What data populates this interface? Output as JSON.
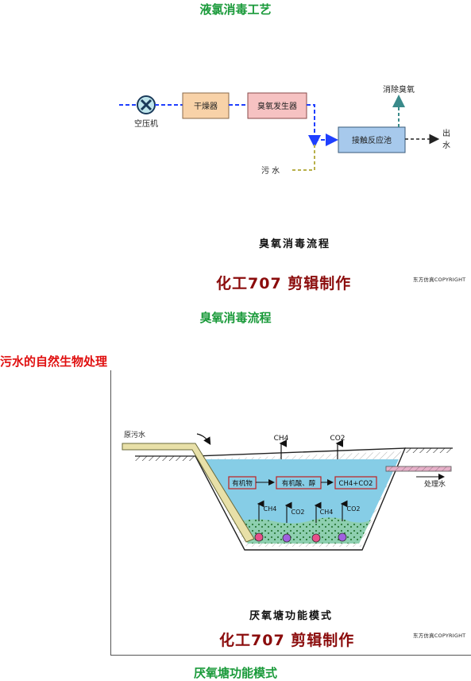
{
  "section1": {
    "title": "液氯消毒工艺",
    "diagram": {
      "air_compressor": "空压机",
      "dryer": "干燥器",
      "ozone_generator": "臭氧发生器",
      "remove_ozone": "消除臭氧",
      "contact_tank": "接触反应池",
      "out_water_1": "出",
      "out_water_2": "水",
      "sewage": "污 水",
      "caption": "臭氧消毒流程",
      "brand": "化工707 剪辑制作",
      "copyright": "东方仿真COPYRIGHT"
    },
    "subtitle": "臭氧消毒流程"
  },
  "section2": {
    "title": "污水的自然生物处理",
    "diagram": {
      "raw_sewage": "原污水",
      "gas1": "CH4",
      "gas2": "CO2",
      "organic": "有机物",
      "acids": "有机酸、醇",
      "products": "CH4+CO2",
      "bottom_ch4_1": "CH4",
      "bottom_co2_1": "CO2",
      "bottom_ch4_2": "CH4",
      "bottom_co2_2": "CO2",
      "treated_water": "处理水",
      "caption": "厌氧塘功能模式",
      "brand": "化工707 剪辑制作",
      "copyright": "东方仿真COPYRIGHT"
    },
    "subtitle": "厌氧塘功能模式"
  },
  "colors": {
    "green_title": "#1a9a3a",
    "red_title": "#e01010",
    "brand": "#8b0c0c",
    "dryer_fill": "#f8d2a8",
    "generator_fill": "#f6c2c2",
    "tank_fill": "#a7c9ec",
    "pond_water": "#86cde6",
    "blue_flow": "#1f3fff",
    "sewage_flow": "#b8b04a"
  }
}
